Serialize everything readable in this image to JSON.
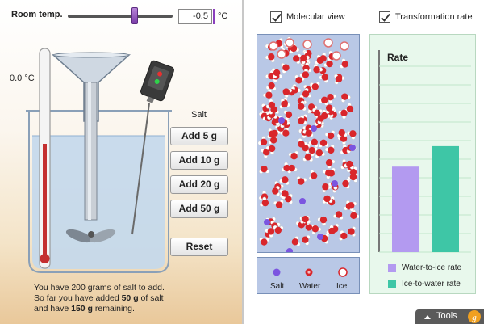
{
  "controls": {
    "room_temp_label": "Room temp.",
    "room_temp_value": "-0.5",
    "room_temp_unit": "°C",
    "room_temp_slider_value": -0.5
  },
  "thermometer": {
    "reading": "0.0 °C"
  },
  "salt": {
    "heading": "Salt",
    "buttons": [
      {
        "label": "Add 5 g"
      },
      {
        "label": "Add 10 g"
      },
      {
        "label": "Add 20 g"
      },
      {
        "label": "Add 50 g"
      }
    ],
    "reset_label": "Reset"
  },
  "info": {
    "line1": "You have 200 grams of salt to add.",
    "line2_pre": "So far you have added ",
    "line2_bold": "50 g",
    "line2_post": " of salt",
    "line3_pre": "and have ",
    "line3_bold": "150 g",
    "line3_post": " remaining."
  },
  "options": {
    "molecular_view": {
      "label": "Molecular view",
      "checked": true
    },
    "transformation_rate": {
      "label": "Transformation rate",
      "checked": true
    }
  },
  "molecule_legend": {
    "salt": "Salt",
    "water": "Water",
    "ice": "Ice"
  },
  "chart_data": {
    "type": "bar",
    "title": "Rate",
    "series": [
      {
        "name": "Water-to-ice rate",
        "value": 0.46,
        "color": "#b39af0"
      },
      {
        "name": "Ice-to-water rate",
        "value": 0.57,
        "color": "#3ec6a6"
      }
    ],
    "ylim": [
      0,
      1
    ],
    "grid": true
  },
  "colors": {
    "accent": "#8b3fbd",
    "water_molecule": "#d9262b",
    "salt_particle": "#7b55e0"
  },
  "tools": {
    "label": "Tools",
    "icon": "arrow-up-icon",
    "logo": "gizmos-logo"
  }
}
